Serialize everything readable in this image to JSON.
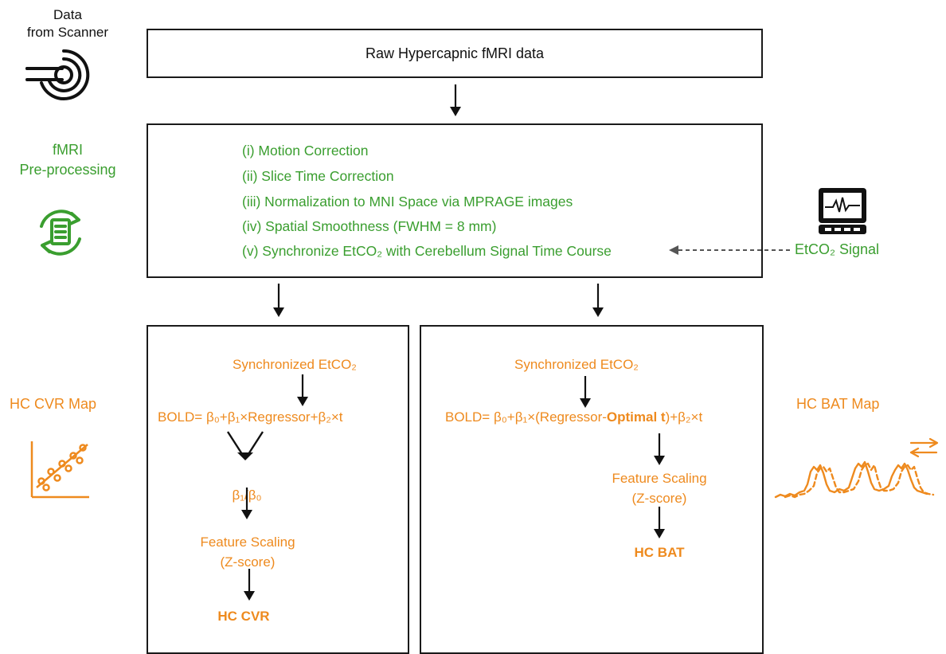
{
  "scanner": {
    "label_line1": "Data",
    "label_line2": "from Scanner",
    "icon": "mri-scanner-icon"
  },
  "raw_box": {
    "text": "Raw Hypercapnic fMRI data"
  },
  "preprocessing": {
    "label_line1": "fMRI",
    "label_line2": "Pre-processing",
    "icon": "refresh-document-icon",
    "steps": [
      "(i)   Motion Correction",
      "(ii)  Slice Time Correction",
      "(iii) Normalization to MNI Space via MPRAGE images",
      "(iv) Spatial Smoothness (FWHM = 8 mm)",
      "(v)  Synchronize EtCO₂ with Cerebellum Signal Time Course"
    ]
  },
  "etco2": {
    "label": "EtCO₂ Signal",
    "icon": "monitor-icon"
  },
  "cvr_branch": {
    "side_label": "HC CVR Map",
    "side_icon": "scatter-regression-icon",
    "sync": "Synchronized EtCO₂",
    "equation": "BOLD= β₀+β₁×Regressor+β₂×t",
    "ratio": "β₁/β₀",
    "scaling_line1": "Feature Scaling",
    "scaling_line2": "(Z-score)",
    "result": "HC CVR"
  },
  "bat_branch": {
    "side_label": "HC BAT Map",
    "side_icon": "shifted-signal-icon",
    "sync": "Synchronized EtCO₂",
    "equation_prefix": "BOLD= β₀+β₁×(Regressor-",
    "equation_bold": "Optimal t",
    "equation_suffix": ")+β₂×t",
    "scaling_line1": "Feature Scaling",
    "scaling_line2": "(Z-score)",
    "result": "HC BAT"
  },
  "colors": {
    "green": "#3a9e2f",
    "orange": "#ee8a1e",
    "border": "#1a1a1a",
    "dashed": "#555555"
  }
}
